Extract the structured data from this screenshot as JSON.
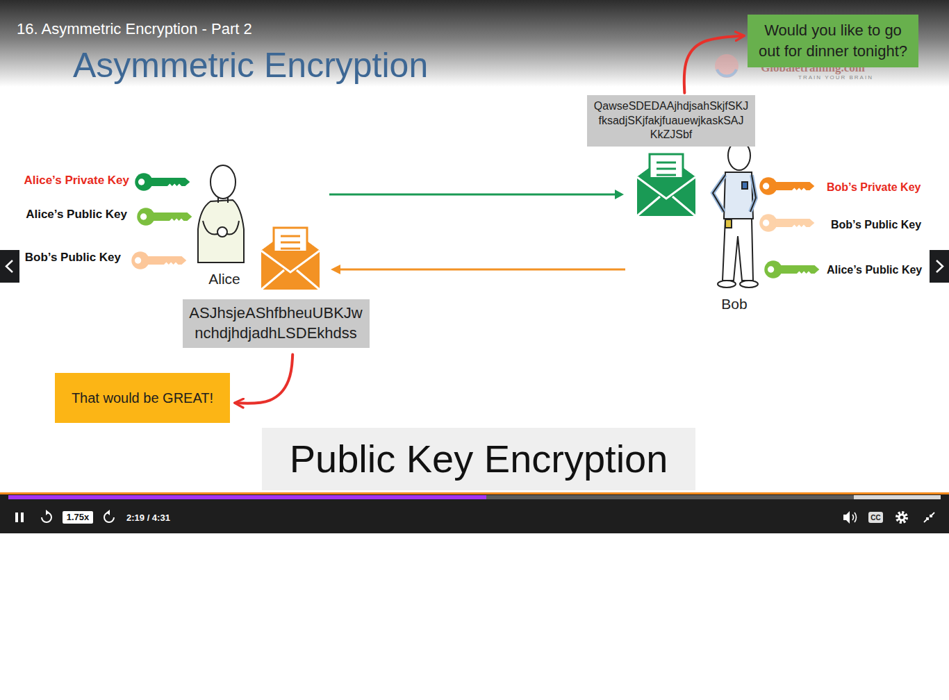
{
  "diagram": {
    "title": "Asymmetric Encryption",
    "nodes": [
      {
        "text": [
          "Would you like to go out for dinner tonight?"
        ]
      },
      {
        "text": [
          "QawseSDEDAAjhdjsahSkjfSKJ fksadjSKjfakjfuauewjkaskSAJ KkZJSbf"
        ]
      },
      {
        "text": [
          "ASJhsjeAShfbheuUBKJw nchdjhdjadhLSDEkhdss"
        ]
      },
      {
        "text": [
          "That would be GREAT!"
        ]
      },
      {
        "text": [
          "Public Key Encryption"
        ]
      },
      {
        "text": [
          "1.75x"
        ]
      }
    ],
    "edges": [
      {
        "from": 1,
        "to": 0,
        "arrow": "to"
      },
      {
        "from": 2,
        "to": 3,
        "arrow": "to"
      }
    ],
    "labels": [
      "16. Asymmetric Encryption - Part 2",
      "Globaletraining.com",
      "TRAIN YOUR BRAIN",
      "Alice’s Private Key",
      "Alice’s Public Key",
      "Bob’s Public Key",
      "Alice",
      "Bob’s Private Key",
      "Bob’s Public Key",
      "Alice’s Public Key",
      "Bob",
      "2:19 / 4:31",
      "CC"
    ]
  }
}
